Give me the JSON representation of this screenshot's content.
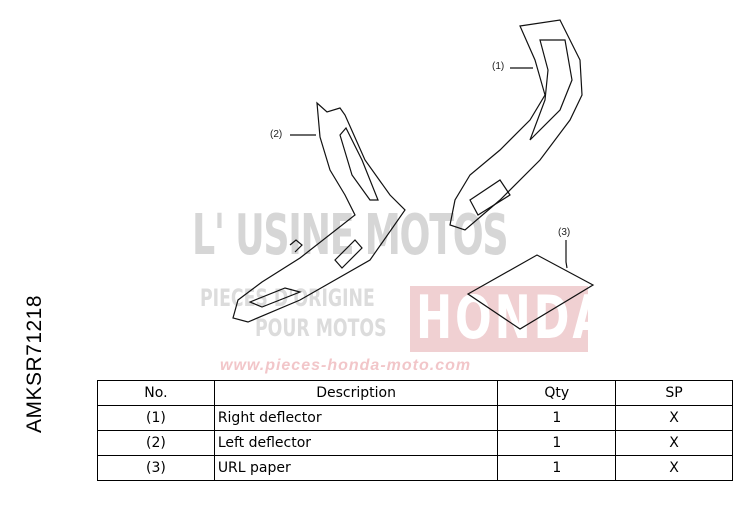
{
  "part_code": "AMKSR71218",
  "watermark": {
    "line1": "L' USINE MOTOS",
    "line2": "PIECES D'ORIGINE",
    "line3": "POUR MOTOS",
    "brand": "HONDA",
    "url": "www.pieces-honda-moto.com",
    "brand_color": "#f0d0d2"
  },
  "callouts": [
    "(1)",
    "(2)",
    "(3)"
  ],
  "table": {
    "headers": [
      "No.",
      "Description",
      "Qty",
      "SP"
    ],
    "rows": [
      [
        "(1)",
        "Right deflector",
        "1",
        "X"
      ],
      [
        "(2)",
        "Left deflector",
        "1",
        "X"
      ],
      [
        "(3)",
        "URL paper",
        "1",
        "X"
      ]
    ]
  }
}
